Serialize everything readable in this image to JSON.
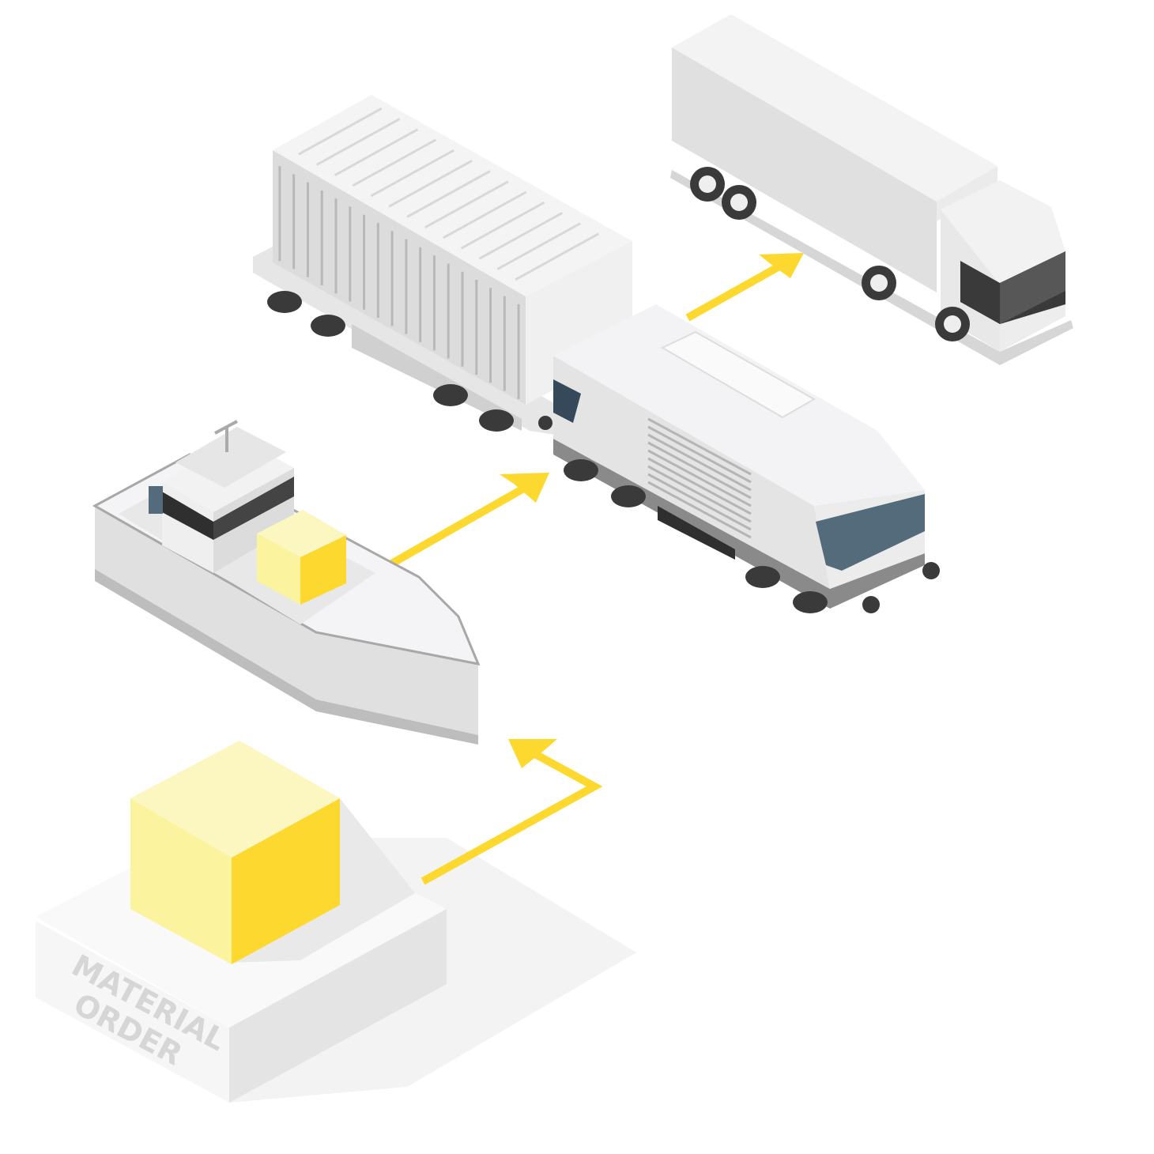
{
  "pedestal": {
    "label_line1": "MATERIAL",
    "label_line2": "ORDER"
  },
  "colors": {
    "arrow": "#fdd82e",
    "box_top": "#fcf6c1",
    "box_left": "#fbf39d",
    "box_right": "#fdd82e",
    "loco_window": "#546b7b",
    "truck_window": "#3a3a3a"
  },
  "flow": [
    "material-order",
    "ship",
    "train",
    "truck"
  ]
}
